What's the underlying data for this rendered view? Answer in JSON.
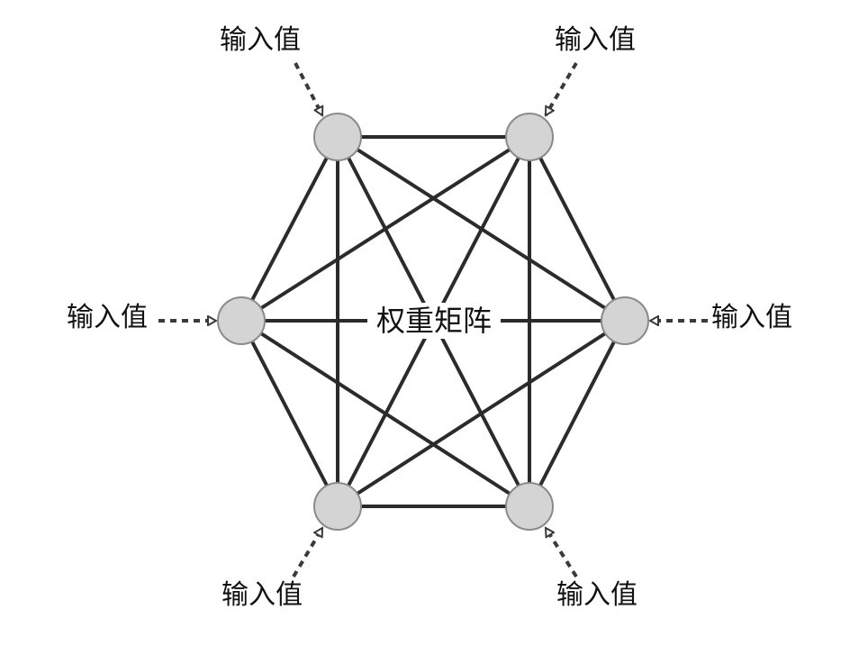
{
  "diagram": {
    "center_label": "权重矩阵",
    "node_input_label": "输入值",
    "nodes": [
      {
        "id": "top-left",
        "label": "输入值"
      },
      {
        "id": "top-right",
        "label": "输入值"
      },
      {
        "id": "left",
        "label": "输入值"
      },
      {
        "id": "right",
        "label": "输入值"
      },
      {
        "id": "bottom-left",
        "label": "输入值"
      },
      {
        "id": "bottom-right",
        "label": "输入值"
      }
    ],
    "colors": {
      "node_fill": "#d4d4d4",
      "node_stroke": "#8a8a8a",
      "edge": "#2b2b2b",
      "dashed_arrow": "#3a3a3a"
    }
  }
}
